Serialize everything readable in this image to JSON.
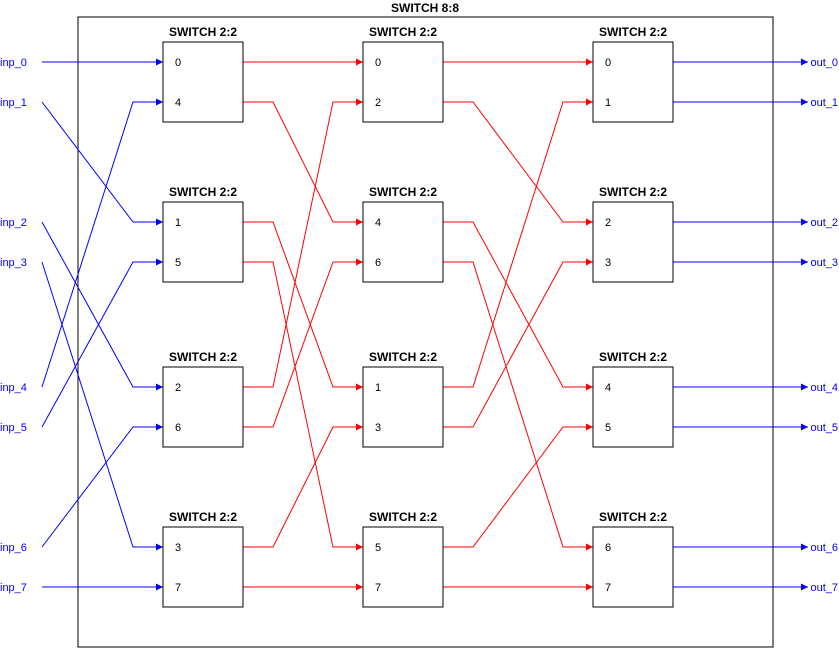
{
  "title": "SWITCH 8:8",
  "switch_label": "SWITCH 2:2",
  "colors": {
    "input": "#0000ff",
    "internal": "#ff0000",
    "output": "#0000ff",
    "box": "#000000"
  },
  "inputs": [
    "inp_0",
    "inp_1",
    "inp_2",
    "inp_3",
    "inp_4",
    "inp_5",
    "inp_6",
    "inp_7"
  ],
  "outputs": [
    "out_0",
    "out_1",
    "out_2",
    "out_3",
    "out_4",
    "out_5",
    "out_6",
    "out_7"
  ],
  "stages": [
    {
      "switches": [
        [
          "0",
          "4"
        ],
        [
          "1",
          "5"
        ],
        [
          "2",
          "6"
        ],
        [
          "3",
          "7"
        ]
      ]
    },
    {
      "switches": [
        [
          "0",
          "2"
        ],
        [
          "4",
          "6"
        ],
        [
          "1",
          "3"
        ],
        [
          "5",
          "7"
        ]
      ]
    },
    {
      "switches": [
        [
          "0",
          "1"
        ],
        [
          "2",
          "3"
        ],
        [
          "4",
          "5"
        ],
        [
          "6",
          "7"
        ]
      ]
    }
  ]
}
